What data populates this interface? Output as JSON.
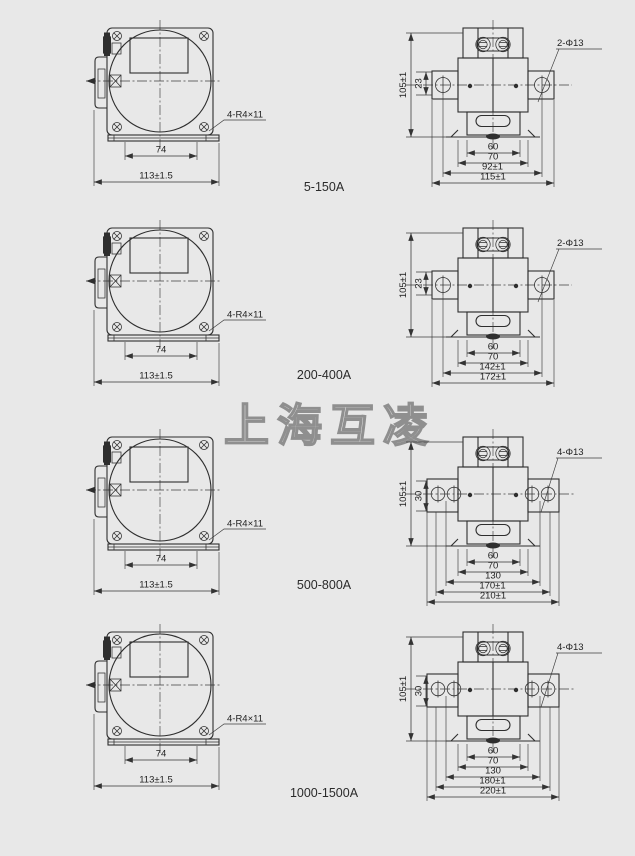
{
  "sheet": {
    "watermark": "上海互凌"
  },
  "rows": [
    {
      "label": "5-150A",
      "front": {
        "base_width": "74",
        "overall_width": "113±1.5",
        "corner_callout": "4-R4×11"
      },
      "side": {
        "overall_height": "105±1",
        "flange_offset": "23",
        "hole_callout": "2-Φ13",
        "bottom_dims": [
          "60",
          "70",
          "92±1",
          "115±1"
        ]
      }
    },
    {
      "label": "200-400A",
      "front": {
        "base_width": "74",
        "overall_width": "113±1.5",
        "corner_callout": "4-R4×11"
      },
      "side": {
        "overall_height": "105±1",
        "flange_offset": "23",
        "hole_callout": "2-Φ13",
        "bottom_dims": [
          "60",
          "70",
          "142±1",
          "172±1"
        ]
      }
    },
    {
      "label": "500-800A",
      "front": {
        "base_width": "74",
        "overall_width": "113±1.5",
        "corner_callout": "4-R4×11"
      },
      "side": {
        "overall_height": "105±1",
        "flange_offset": "30",
        "hole_callout": "4-Φ13",
        "bottom_dims": [
          "60",
          "70",
          "130",
          "170±1",
          "210±1"
        ]
      }
    },
    {
      "label": "1000-1500A",
      "front": {
        "base_width": "74",
        "overall_width": "113±1.5",
        "corner_callout": "4-R4×11"
      },
      "side": {
        "overall_height": "105±1",
        "flange_offset": "30",
        "hole_callout": "4-Φ13",
        "bottom_dims": [
          "60",
          "70",
          "130",
          "180±1",
          "220±1"
        ]
      }
    }
  ]
}
